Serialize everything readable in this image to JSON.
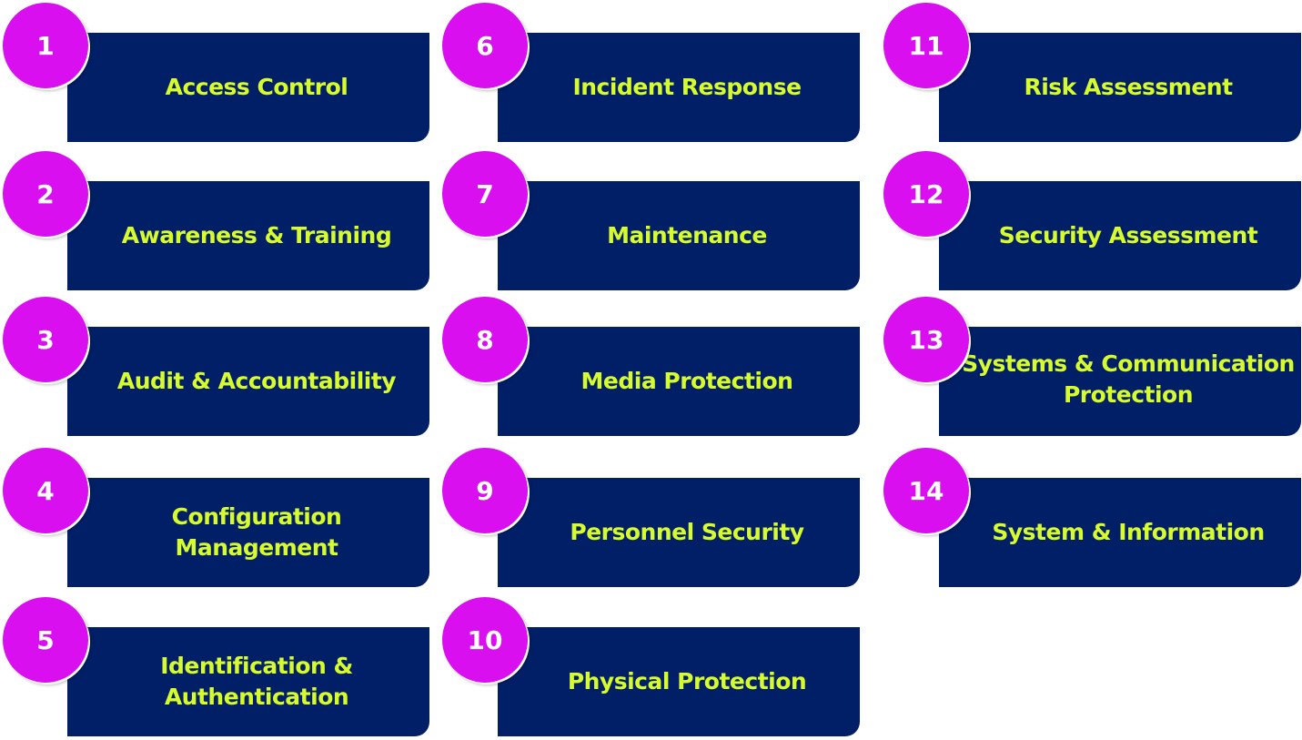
{
  "controls": [
    {
      "number": "1",
      "label": "Access Control"
    },
    {
      "number": "2",
      "label": "Awareness & Training"
    },
    {
      "number": "3",
      "label": "Audit & Accountability"
    },
    {
      "number": "4",
      "label": "Configuration Management"
    },
    {
      "number": "5",
      "label": "Identification &\nAuthentication"
    },
    {
      "number": "6",
      "label": "Incident Response"
    },
    {
      "number": "7",
      "label": "Maintenance"
    },
    {
      "number": "8",
      "label": "Media Protection"
    },
    {
      "number": "9",
      "label": "Personnel Security"
    },
    {
      "number": "10",
      "label": "Physical Protection"
    },
    {
      "number": "11",
      "label": "Risk Assessment"
    },
    {
      "number": "12",
      "label": "Security Assessment"
    },
    {
      "number": "13",
      "label": "Systems & Communication\nProtection"
    },
    {
      "number": "14",
      "label": "System & Information"
    }
  ],
  "colors": {
    "panel": "#001f67",
    "label": "#d7fb2c",
    "badge": "#d90ff0",
    "number": "#ffffff"
  }
}
